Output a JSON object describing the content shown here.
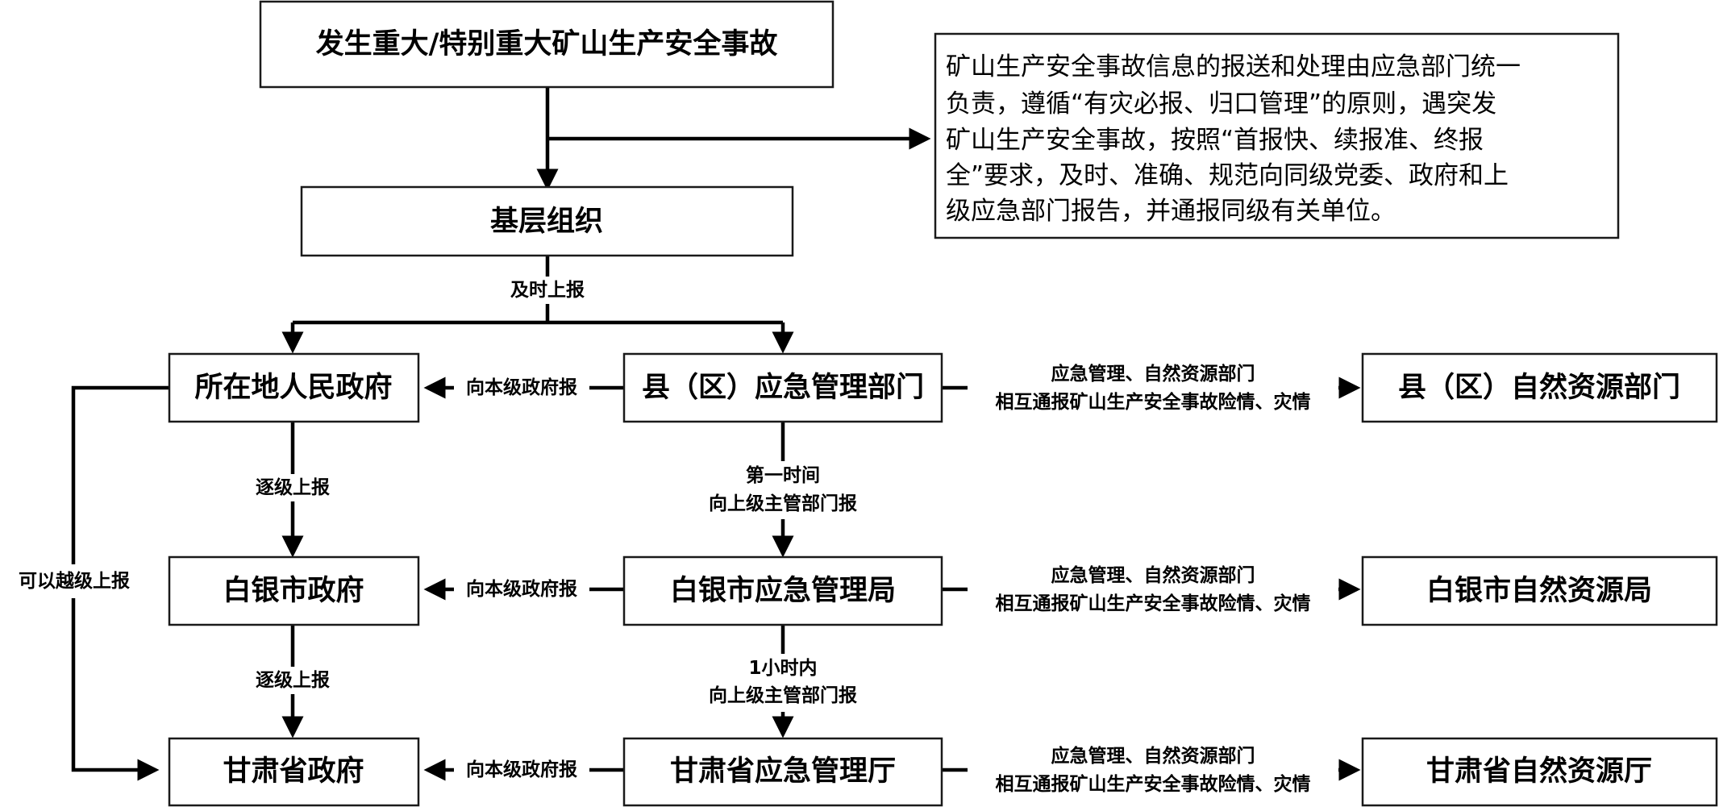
{
  "nodes": {
    "accident": "发生重大/特别重大矿山生产安全事故",
    "grassroots": "基层组织",
    "local_gov": "所在地人民政府",
    "county_em": "县（区）应急管理部门",
    "county_nr": "县（区）自然资源部门",
    "city_gov": "白银市政府",
    "city_em": "白银市应急管理局",
    "city_nr": "白银市自然资源局",
    "prov_gov": "甘肃省政府",
    "prov_em": "甘肃省应急管理厅",
    "prov_nr": "甘肃省自然资源厅"
  },
  "note": [
    "矿山生产安全事故信息的报送和处理由应急部门统一",
    "负责，遵循“有灾必报、归口管理”的原则，遇突发",
    "矿山生产安全事故，按照“首报快、续报准、终报",
    "全”要求，及时、准确、规范向同级党委、政府和上",
    "级应急部门报告，并通报同级有关单位。"
  ],
  "labels": {
    "timely_report": "及时上报",
    "step_report_1": "逐级上报",
    "step_report_2": "逐级上报",
    "skip_level": "可以越级上报",
    "to_gov_1": "向本级政府报",
    "to_gov_2": "向本级政府报",
    "to_gov_3": "向本级政府报",
    "first_time": [
      "第一时间",
      "向上级主管部门报"
    ],
    "within_hour": [
      "1小时内",
      "向上级主管部门报"
    ],
    "mutual_1": [
      "应急管理、自然资源部门",
      "相互通报矿山生产安全事故险情、灾情"
    ],
    "mutual_2": [
      "应急管理、自然资源部门",
      "相互通报矿山生产安全事故险情、灾情"
    ],
    "mutual_3": [
      "应急管理、自然资源部门",
      "相互通报矿山生产安全事故险情、灾情"
    ]
  }
}
